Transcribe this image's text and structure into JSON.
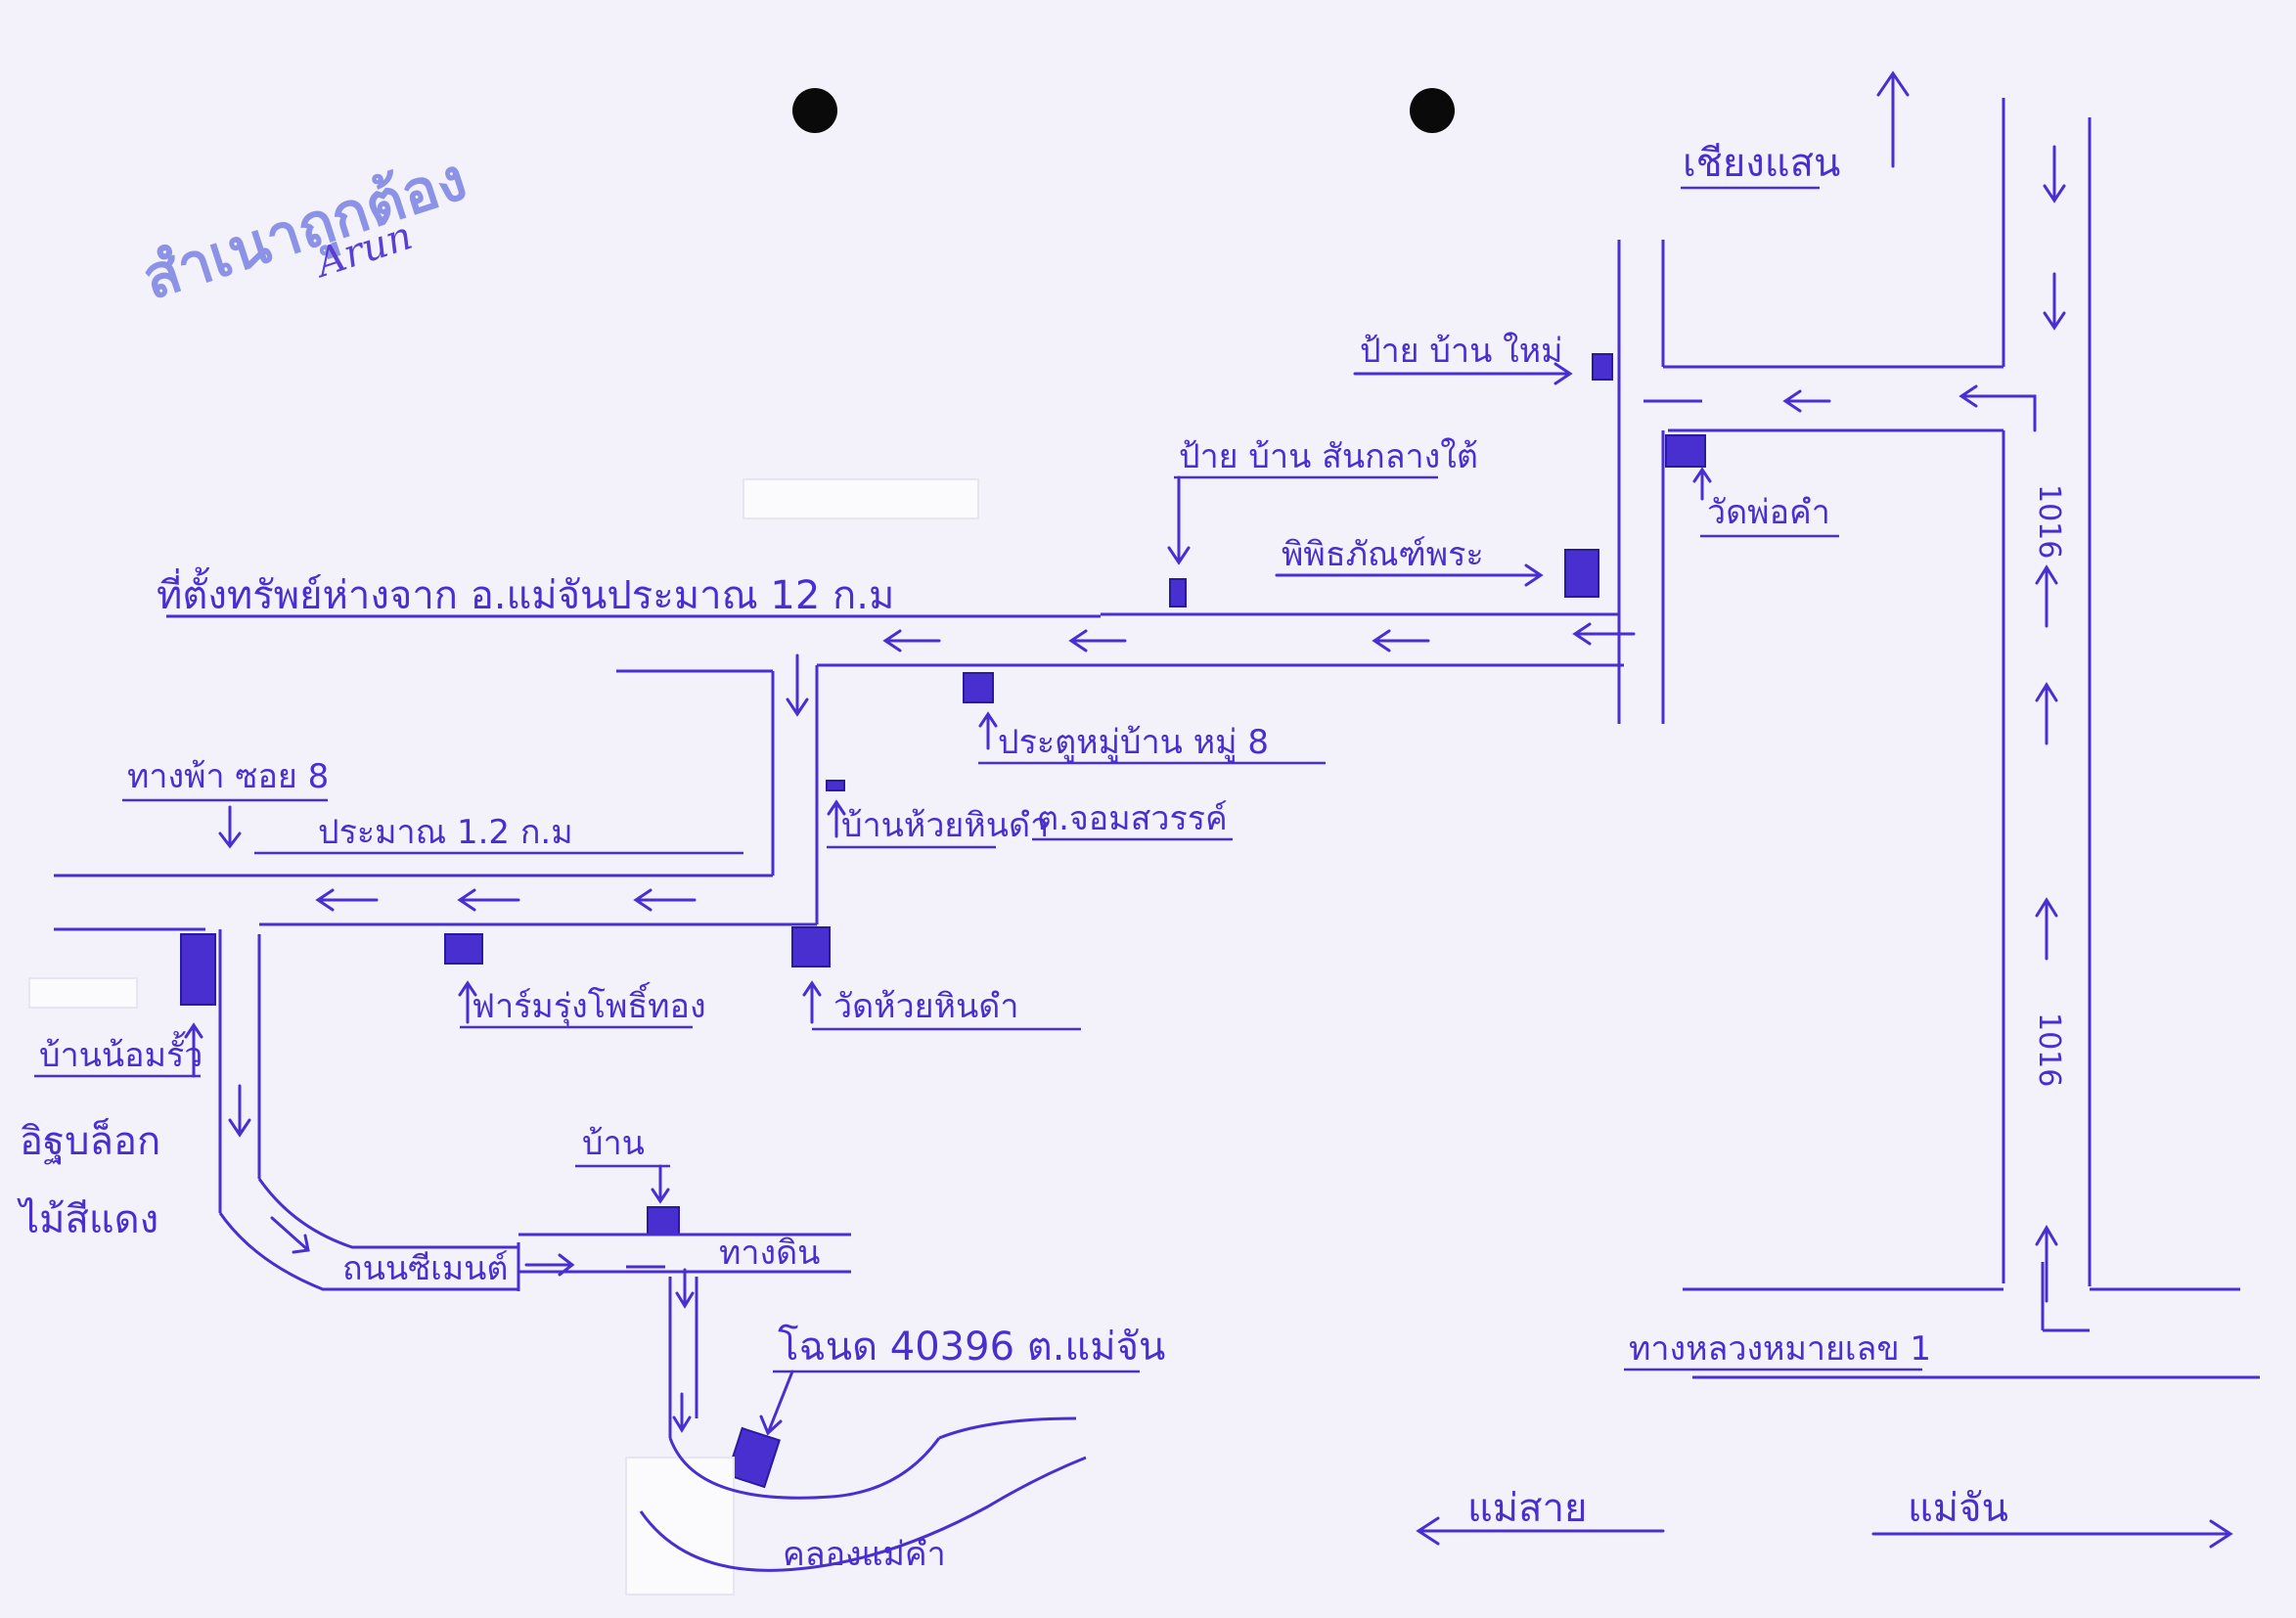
{
  "stamp": {
    "text": "สำเนาถูกต้อง",
    "signature": "Arun"
  },
  "labels": {
    "chiang_saen": "เชียงแสน",
    "mae_sai": "แม่สาย",
    "mae_chan": "แม่จัน",
    "highway_1": "ทางหลวงหมายเลข 1",
    "road_1016_top": "1016",
    "road_1016_bottom": "1016",
    "sign_ban_mai": "ป้าย บ้าน ใหม่",
    "sign_ban_san_klang_tai": "ป้าย บ้าน สันกลางใต้",
    "museum": "พิพิธภัณฑ์พระ",
    "wat_pho_kham": "วัดพ่อคำ",
    "location_distance": "ที่ตั้งทรัพย์ห่างจาก อ.แม่จันประมาณ 12 ก.ม",
    "village_gate_8": "ประตูหมู่บ้าน หมู่ 8",
    "tambon": "ต.จอมสวรรค์",
    "ban_huai_hin_dam": "บ้านห้วยหินดำ",
    "paved_soi_8": "ทางพ้า ซอย 8",
    "approx_1_2_km": "ประมาณ 1.2 ก.ม",
    "farm": "ฟาร์มรุ่งโพธิ์ทอง",
    "wat_huai_hin_dam": "วัดห้วยหินดำ",
    "house_left": "บ้านน้อมรั้ว",
    "rubber_wood": "อิฐบล็อก",
    "red_wood": "ไม้สีแดง",
    "house": "บ้าน",
    "concrete_road": "ถนนซีเมนต์",
    "dirt_road": "ทางดิน",
    "deed": "โฉนด 40396 ต.แม่จัน",
    "canal": "คลองแม่คำ"
  }
}
